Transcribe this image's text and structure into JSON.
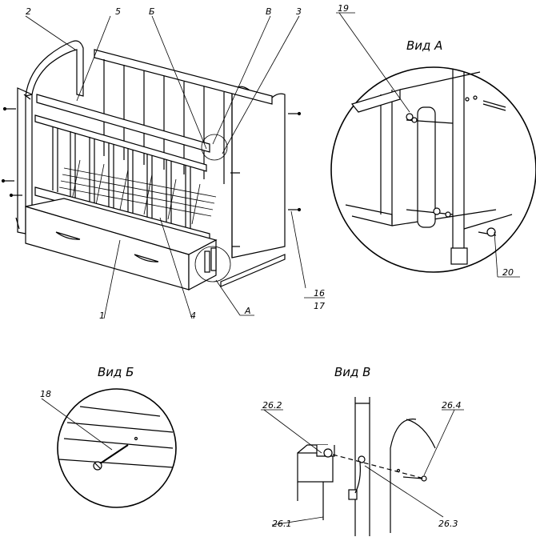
{
  "labels": {
    "p2": "2",
    "p5": "5",
    "pB_top": "Б",
    "pV_top": "В",
    "p3": "3",
    "p1": "1",
    "p4": "4",
    "pA": "А",
    "p16": "16",
    "p17": "17",
    "p19": "19",
    "p20": "20",
    "p18": "18",
    "p26_2": "26.2",
    "p26_4": "26.4",
    "p26_1": "26.1",
    "p26_3": "26.3"
  },
  "views": {
    "a": "Вид А",
    "b": "Вид Б",
    "v": "Вид В"
  }
}
